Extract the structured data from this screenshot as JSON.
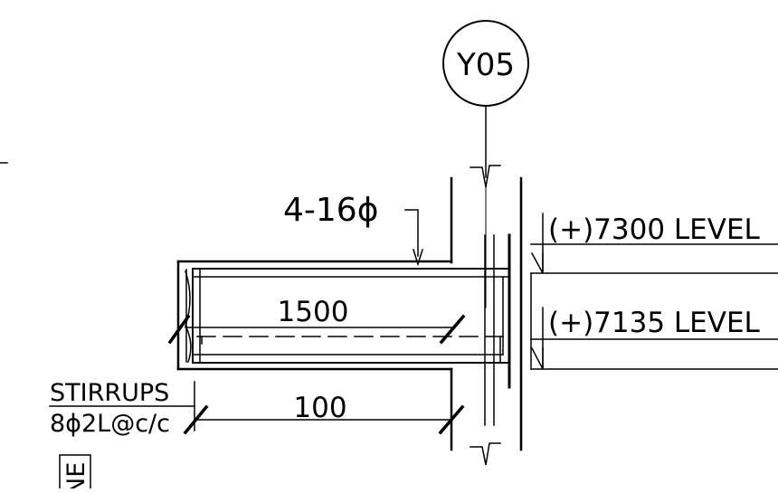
{
  "grid_bubble": {
    "label": "Y05"
  },
  "rebar_callout": {
    "label": "4-16ϕ"
  },
  "levels": {
    "top": "(+)7300  LEVEL",
    "bottom": "(+)7135  LEVEL"
  },
  "dimensions": {
    "upper": "1500",
    "lower": "100"
  },
  "stirrups": {
    "title": "STIRRUPS",
    "spec": "8ϕ2L@c/c"
  },
  "section_mark": {
    "label": "NE"
  }
}
